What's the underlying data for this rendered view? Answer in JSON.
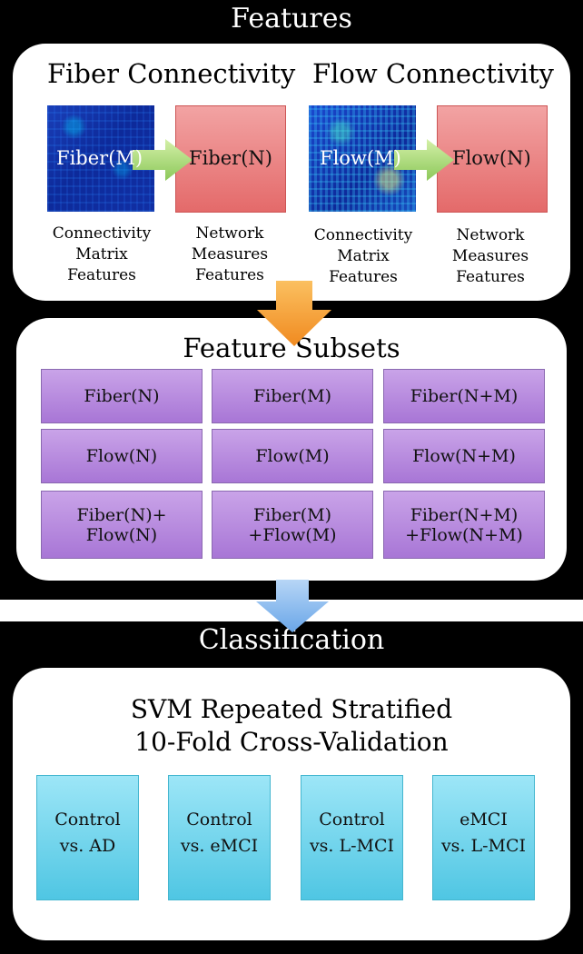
{
  "features": {
    "title": "Features",
    "fiber_heading": "Fiber Connectivity",
    "flow_heading": "Flow Connectivity",
    "fiber_matrix_label": "Fiber(M)",
    "fiber_network_label": "Fiber(N)",
    "flow_matrix_label": "Flow(M)",
    "flow_network_label": "Flow(N)",
    "captions": {
      "fiber_matrix": [
        "Connectivity",
        "Matrix",
        "Features"
      ],
      "fiber_network": [
        "Network",
        "Measures",
        "Features"
      ],
      "flow_matrix": [
        "Connectivity",
        "Matrix",
        "Features"
      ],
      "flow_network": [
        "Network",
        "Measures",
        "Features"
      ]
    }
  },
  "subsets": {
    "title": "Feature Subsets",
    "rows": [
      [
        [
          "Fiber(N)"
        ],
        [
          "Fiber(M)"
        ],
        [
          "Fiber(N+M)"
        ]
      ],
      [
        [
          "Flow(N)"
        ],
        [
          "Flow(M)"
        ],
        [
          "Flow(N+M)"
        ]
      ],
      [
        [
          "Fiber(N)+",
          "Flow(N)"
        ],
        [
          "Fiber(M)",
          "+Flow(M)"
        ],
        [
          "Fiber(N+M)",
          "+Flow(N+M)"
        ]
      ]
    ]
  },
  "classification": {
    "title": "Classification",
    "svm_title": [
      "SVM Repeated Stratified",
      "10-Fold Cross-Validation"
    ],
    "tasks": [
      [
        "Control",
        "vs. AD"
      ],
      [
        "Control",
        "vs. eMCI"
      ],
      [
        "Control",
        "vs. L-MCI"
      ],
      [
        "eMCI",
        "vs. L-MCI"
      ]
    ]
  },
  "colors": {
    "panel_bg": "#000000",
    "arrow_green": "#9bd66a",
    "arrow_orange": "#f5a030",
    "arrow_blue": "#7fb3ec",
    "subset_purple": "#b58ce0",
    "task_cyan": "#6fd2ea",
    "network_pink": "#ec8585"
  }
}
